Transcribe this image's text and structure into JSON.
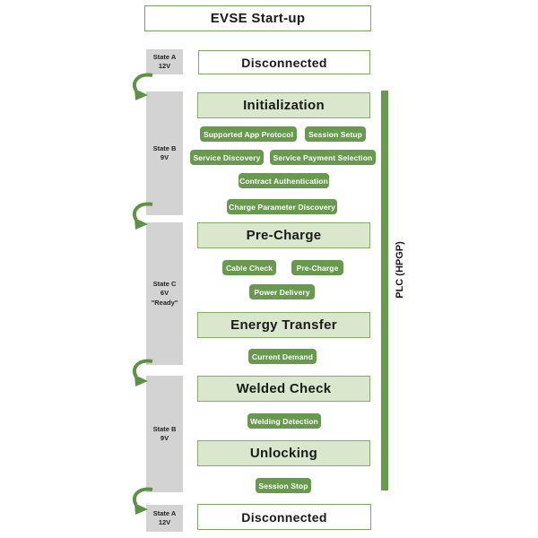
{
  "title": "EVSE Start-up",
  "plc": {
    "label": "PLC (HPGP)"
  },
  "colors": {
    "pill_green": "#689a4d",
    "stage_light_green": "#d9e8cc",
    "stage_border_green": "#87ac69",
    "white_stage_border": "#7fa85f",
    "plc_bar_green": "#679a4b",
    "state_gray": "#d3d3d3",
    "arrow_green": "#5d9144"
  },
  "states": [
    {
      "name": "State A",
      "voltage": "12V"
    },
    {
      "name": "State B",
      "voltage": "9V"
    },
    {
      "name": "State C",
      "voltage": "6V",
      "note": "\"Ready\""
    },
    {
      "name": "State B",
      "voltage": "9V"
    },
    {
      "name": "State A",
      "voltage": "12V"
    }
  ],
  "stages": {
    "disconnected_top": "Disconnected",
    "initialization": "Initialization",
    "pre_charge": "Pre-Charge",
    "energy_transfer": "Energy Transfer",
    "welded_check": "Welded Check",
    "unlocking": "Unlocking",
    "disconnected_bottom": "Disconnected"
  },
  "messages": {
    "supported_app_protocol": "Supported App Protocol",
    "session_setup": "Session Setup",
    "service_discovery": "Service Discovery",
    "service_payment_selection": "Service Payment Selection",
    "contract_authentication": "Contract Authentication",
    "charge_parameter_discovery": "Charge Parameter Discovery",
    "cable_check": "Cable Check",
    "pre_charge": "Pre-Charge",
    "power_delivery": "Power Delivery",
    "current_demand": "Current Demand",
    "welding_detection": "Welding Detection",
    "session_stop": "Session Stop"
  }
}
